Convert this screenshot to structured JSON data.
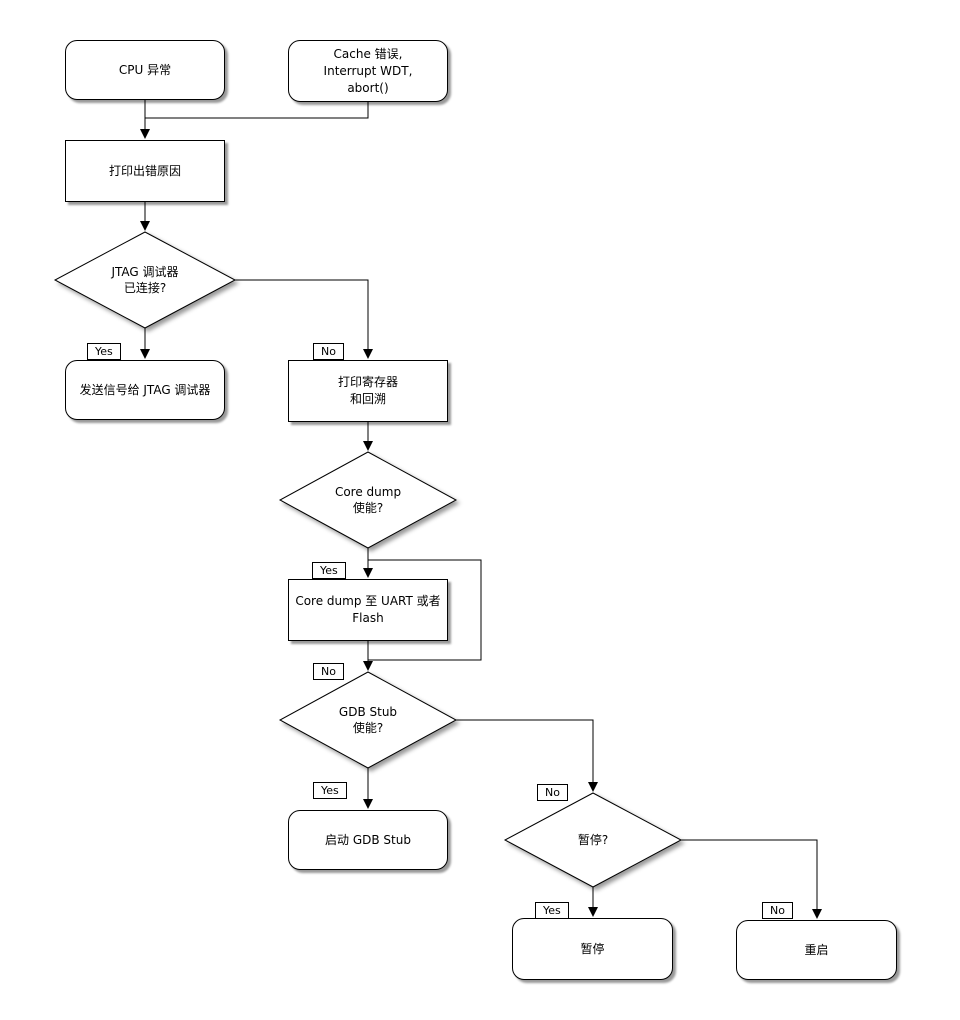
{
  "diagram": {
    "background": "#ffffff",
    "stroke_color": "#000000",
    "fill_color": "#ffffff",
    "shadow_color": "rgba(0,0,0,0.40)",
    "nodes": {
      "cpu_exception": {
        "type": "rounded-terminal",
        "label": "CPU 异常"
      },
      "cache_error": {
        "type": "rounded-terminal",
        "lines": [
          "Cache 错误,",
          "Interrupt WDT,",
          "abort()"
        ]
      },
      "print_reason": {
        "type": "process",
        "label": "打印出错原因"
      },
      "jtag_connected": {
        "type": "decision",
        "lines": [
          "JTAG 调试器",
          "已连接?"
        ]
      },
      "send_signal_jtag": {
        "type": "rounded-terminal",
        "label": "发送信号给 JTAG 调试器"
      },
      "print_registers": {
        "type": "process",
        "lines": [
          "打印寄存器",
          "和回溯"
        ]
      },
      "coredump_enabled": {
        "type": "decision",
        "lines": [
          "Core dump",
          "使能?"
        ]
      },
      "coredump_to_uart_flash": {
        "type": "process",
        "label": "Core dump 至 UART 或者 Flash"
      },
      "gdbstub_enabled": {
        "type": "decision",
        "lines": [
          "GDB Stub",
          "使能?"
        ]
      },
      "start_gdbstub": {
        "type": "rounded-terminal",
        "label": "启动 GDB Stub"
      },
      "halt_question": {
        "type": "decision",
        "label": "暂停?"
      },
      "halt": {
        "type": "rounded-terminal",
        "label": "暂停"
      },
      "reboot": {
        "type": "rounded-terminal",
        "label": "重启"
      }
    },
    "edge_labels": {
      "yes": "Yes",
      "no": "No"
    }
  }
}
